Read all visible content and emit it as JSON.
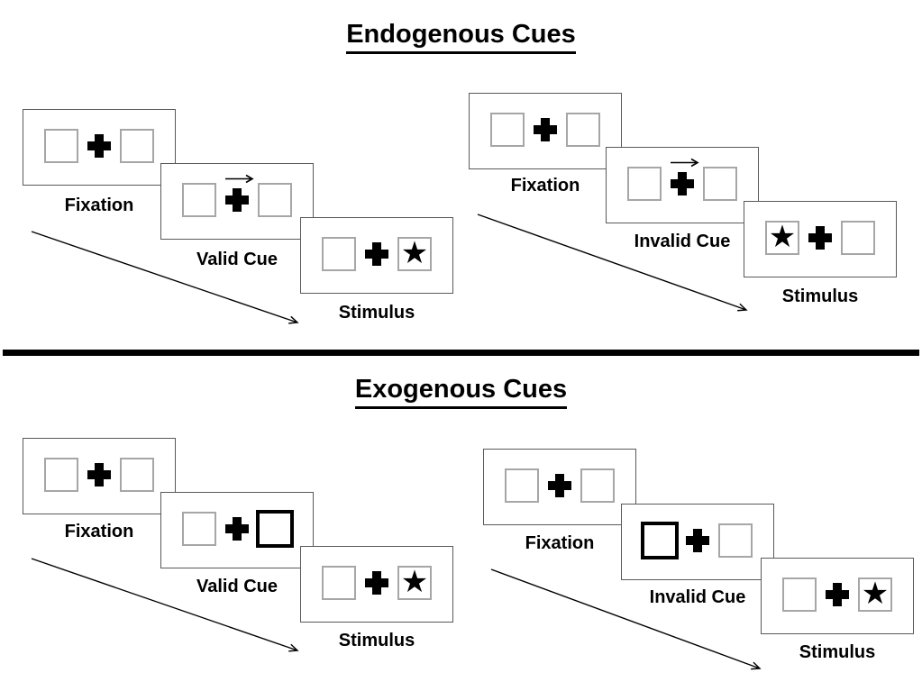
{
  "glyphs": {
    "star": "★"
  },
  "colors": {
    "background": "#ffffff",
    "ink": "#000000",
    "panel_border": "#595959",
    "box_border": "#a6a6a6",
    "cue_box_border": "#000000",
    "divider": "#000000"
  },
  "sections": [
    {
      "title": "Endogenous Cues",
      "groups": [
        {
          "name": "endogenous-valid",
          "panels": [
            {
              "label": "Fixation",
              "left_box": "empty",
              "center": "fixation-cross",
              "right_box": "empty",
              "cue": "none"
            },
            {
              "label": "Valid Cue",
              "left_box": "empty",
              "center": "fixation-cross",
              "right_box": "empty",
              "cue": "central-arrow-right"
            },
            {
              "label": "Stimulus",
              "left_box": "empty",
              "center": "fixation-cross",
              "right_box": "star",
              "cue": "none"
            }
          ]
        },
        {
          "name": "endogenous-invalid",
          "panels": [
            {
              "label": "Fixation",
              "left_box": "empty",
              "center": "fixation-cross",
              "right_box": "empty",
              "cue": "none"
            },
            {
              "label": "Invalid Cue",
              "left_box": "empty",
              "center": "fixation-cross",
              "right_box": "empty",
              "cue": "central-arrow-right"
            },
            {
              "label": "Stimulus",
              "left_box": "star",
              "center": "fixation-cross",
              "right_box": "empty",
              "cue": "none"
            }
          ]
        }
      ]
    },
    {
      "title": "Exogenous Cues",
      "groups": [
        {
          "name": "exogenous-valid",
          "panels": [
            {
              "label": "Fixation",
              "left_box": "empty",
              "center": "fixation-cross",
              "right_box": "empty",
              "cue": "none"
            },
            {
              "label": "Valid Cue",
              "left_box": "empty",
              "center": "fixation-cross",
              "right_box": "highlighted",
              "cue": "peripheral-right"
            },
            {
              "label": "Stimulus",
              "left_box": "empty",
              "center": "fixation-cross",
              "right_box": "star",
              "cue": "none"
            }
          ]
        },
        {
          "name": "exogenous-invalid",
          "panels": [
            {
              "label": "Fixation",
              "left_box": "empty",
              "center": "fixation-cross",
              "right_box": "empty",
              "cue": "none"
            },
            {
              "label": "Invalid Cue",
              "left_box": "highlighted",
              "center": "fixation-cross",
              "right_box": "empty",
              "cue": "peripheral-left"
            },
            {
              "label": "Stimulus",
              "left_box": "empty",
              "center": "fixation-cross",
              "right_box": "star",
              "cue": "none"
            }
          ]
        }
      ]
    }
  ]
}
